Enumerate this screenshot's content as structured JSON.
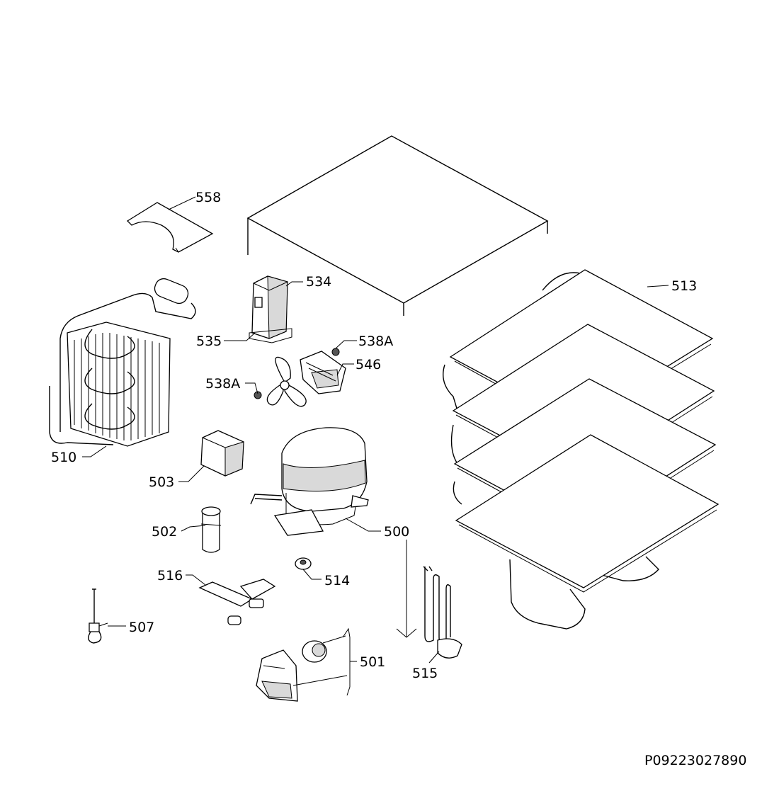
{
  "labels": {
    "p558": "558",
    "p534": "534",
    "p535": "535",
    "p538a_1": "538A",
    "p538a_2": "538A",
    "p546": "546",
    "p513": "513",
    "p510": "510",
    "p503": "503",
    "p502": "502",
    "p500": "500",
    "p514": "514",
    "p516": "516",
    "p507": "507",
    "p501": "501",
    "p515": "515"
  },
  "drawing_code": "P09223027890"
}
